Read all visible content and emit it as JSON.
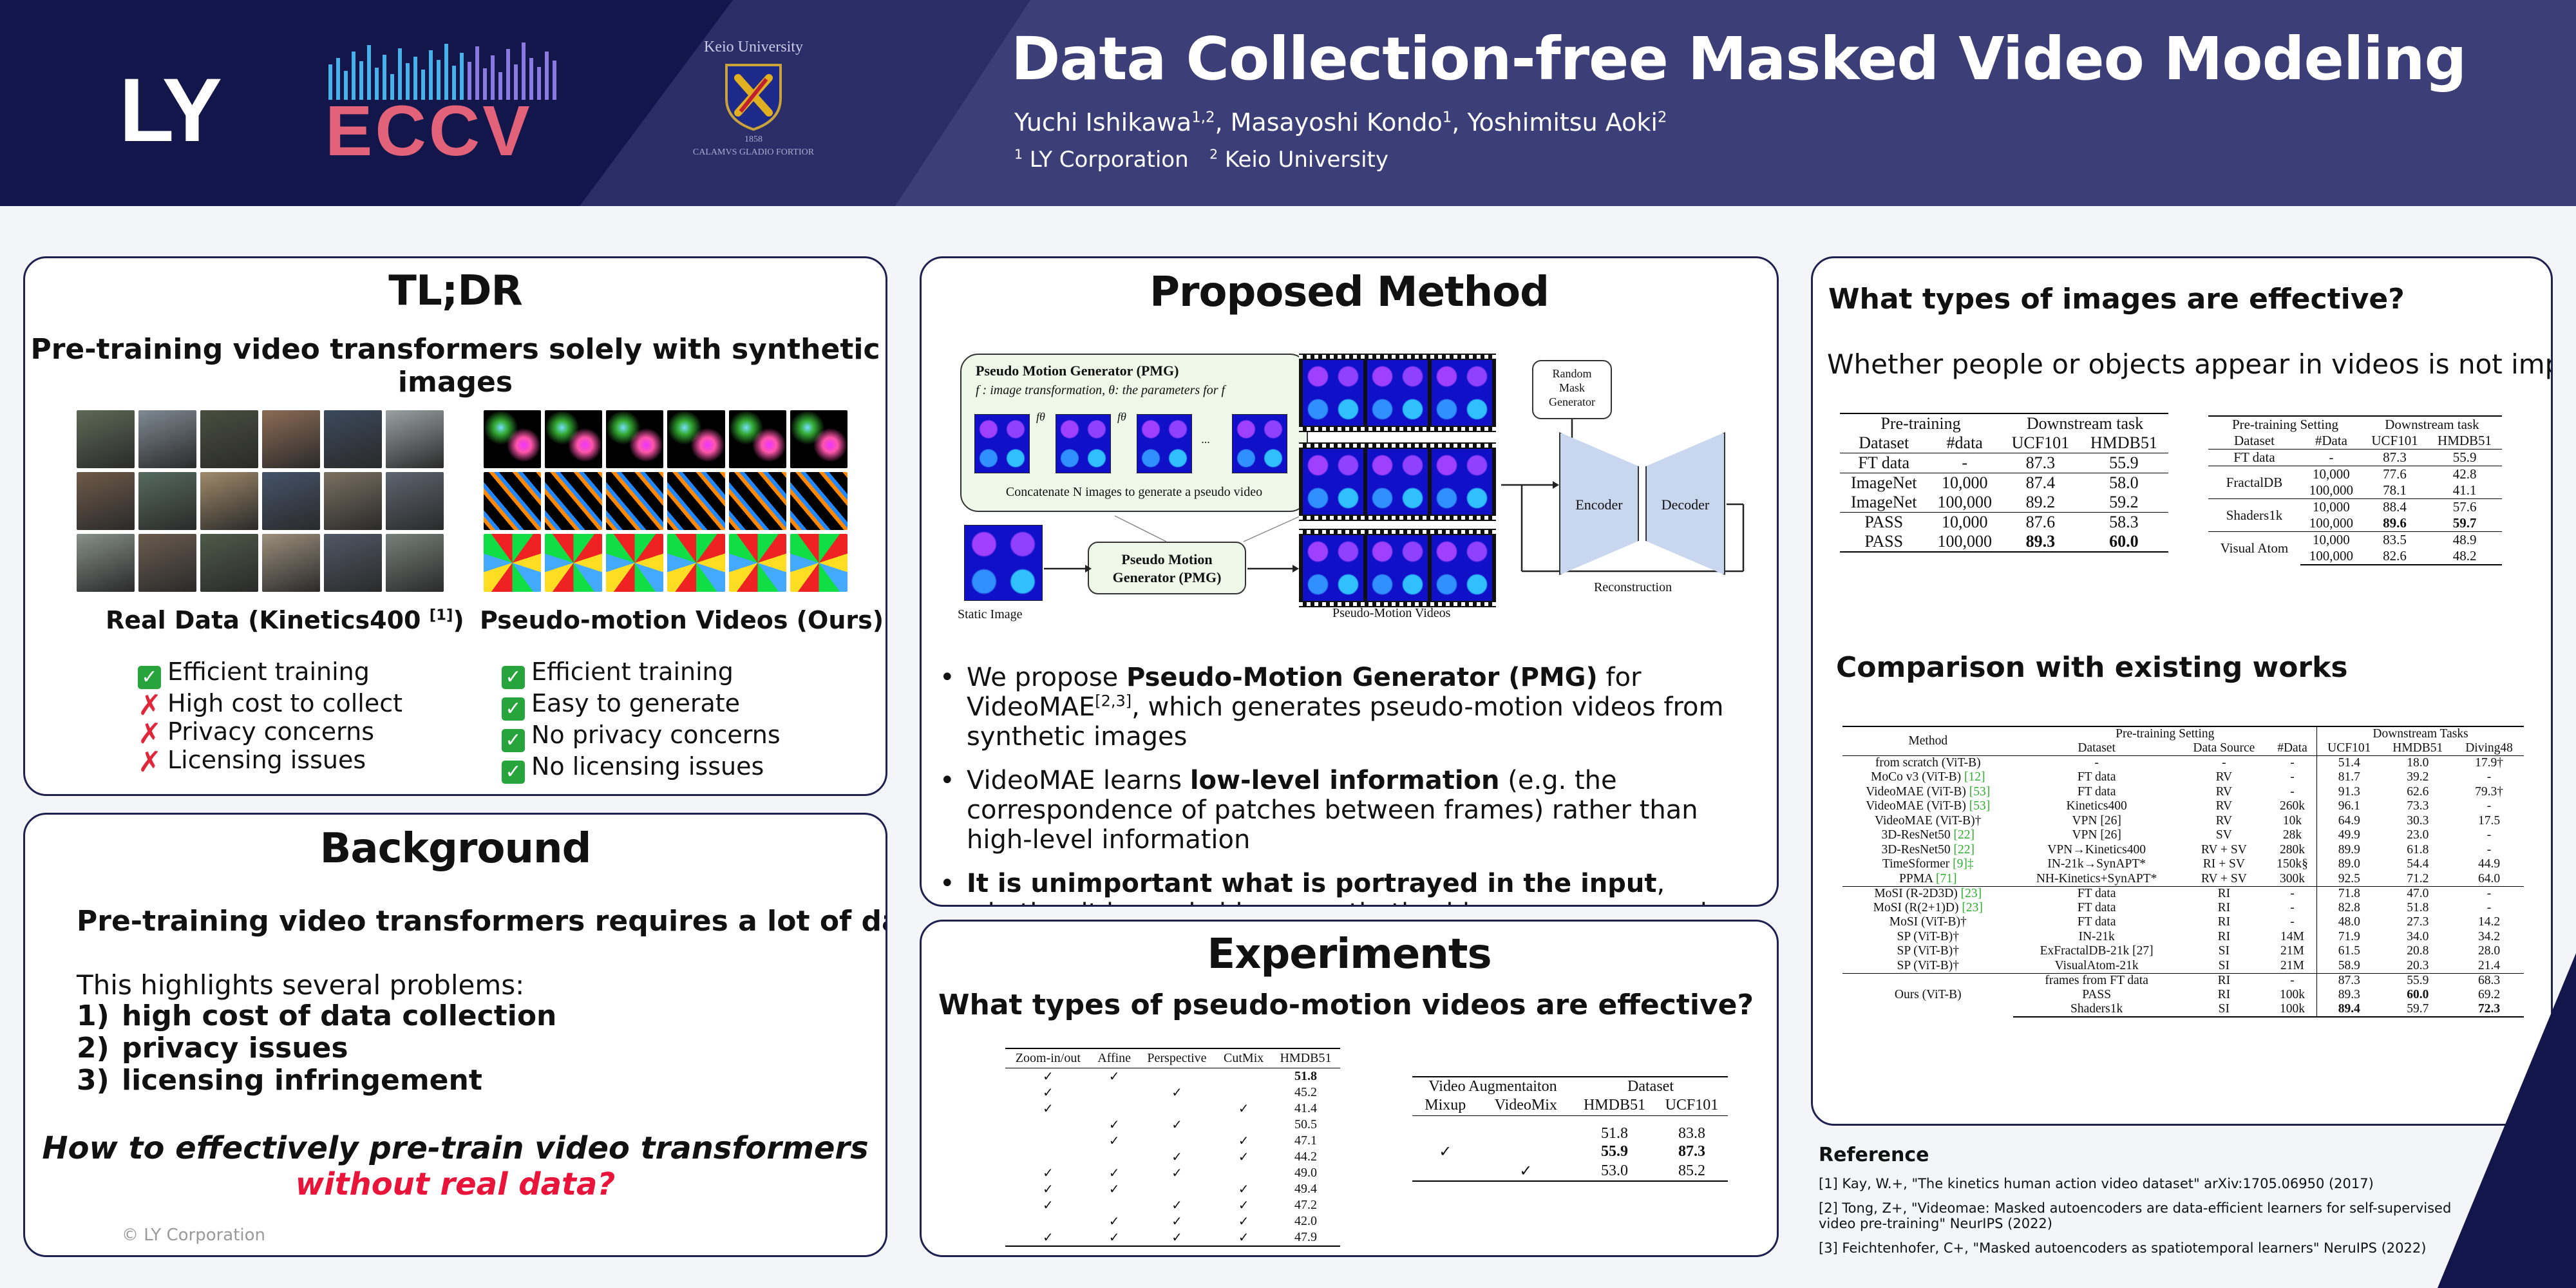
{
  "header": {
    "logo_ly": "LY",
    "logo_eccv": "ECCV",
    "keio_name": "Keio University",
    "keio_motto": "CALAMVS GLADIO FORTIOR",
    "keio_year": "1858",
    "title": "Data Collection-free Masked Video Modeling",
    "authors": [
      {
        "name": "Yuchi Ishikawa",
        "sup": "1,2"
      },
      {
        "name": "Masayoshi Kondo",
        "sup": "1"
      },
      {
        "name": "Yoshimitsu Aoki",
        "sup": "2"
      }
    ],
    "affiliations": [
      {
        "sup": "1",
        "name": "LY Corporation"
      },
      {
        "sup": "2",
        "name": "Keio University"
      }
    ],
    "colors": {
      "dark": "#13164a",
      "bar": "#3c3f77",
      "accent": "#e2627a"
    }
  },
  "tldr": {
    "title": "TL;DR",
    "subtitle": "Pre-training video transformers solely with synthetic images",
    "real_caption": "Real Data (Kinetics400 ",
    "real_ref": "[1]",
    "real_caption_end": ")",
    "pseudo_caption": "Pseudo-motion Videos (Ours)",
    "real_points": [
      {
        "mark": "check",
        "text": "Efficient training"
      },
      {
        "mark": "cross",
        "text": "High cost to collect"
      },
      {
        "mark": "cross",
        "text": "Privacy concerns"
      },
      {
        "mark": "cross",
        "text": "Licensing issues"
      }
    ],
    "pseudo_points": [
      {
        "mark": "check",
        "text": "Efficient training"
      },
      {
        "mark": "check",
        "text": "Easy to generate"
      },
      {
        "mark": "check",
        "text": "No privacy concerns"
      },
      {
        "mark": "check",
        "text": "No licensing issues"
      }
    ]
  },
  "background": {
    "title": "Background",
    "lead": "Pre-training video transformers requires a lot of data",
    "intro": "This highlights several problems:",
    "problems": [
      {
        "n": "1)",
        "text": "high cost of data collection"
      },
      {
        "n": "2)",
        "text": "privacy issues"
      },
      {
        "n": "3)",
        "text": "licensing infringement"
      }
    ],
    "question_a": "How to effectively pre-train video transformers",
    "question_b": "without real data?",
    "copyright": "© LY Corporation"
  },
  "method": {
    "title": "Proposed Method",
    "pmg_title": "Pseudo Motion Generator (PMG)",
    "pmg_desc": "f : image transformation, θ: the parameters for f",
    "pmg_f": "fθ",
    "pmg_ellipsis": "···",
    "pmg_concat": "Concatenate N images to generate a pseudo video",
    "static_caption": "Static Image",
    "pmg_button_1": "Pseudo Motion",
    "pmg_button_2": "Generator (PMG)",
    "pm_caption": "Pseudo-Motion Videos",
    "mask_gen": [
      "Random",
      "Mask",
      "Generator"
    ],
    "encoder": "Encoder",
    "decoder": "Decoder",
    "reconstruction": "Reconstruction",
    "bullet1_a": "We propose ",
    "bullet1_b": "Pseudo-Motion Generator (PMG)",
    "bullet1_c": " for VideoMAE",
    "bullet1_ref": "[2,3]",
    "bullet1_d": ", which generates pseudo-motion videos from synthetic images",
    "bullet2_a": "VideoMAE learns ",
    "bullet2_b": "low-level information",
    "bullet2_c": " (e.g. the correspondence of patches between frames) rather than high-level information",
    "bullet3_b": "It is unimportant what is portrayed in the input",
    "bullet3_c": ", whether it be real videos, synthetic videos or even pseudo-motion videos."
  },
  "experiments": {
    "title": "Experiments",
    "question": "What types of pseudo-motion videos are effective?",
    "aug_table": {
      "headers": [
        "Zoom-in/out",
        "Affine",
        "Perspective",
        "CutMix",
        "HMDB51"
      ],
      "rows": [
        [
          "✓",
          "✓",
          "",
          "",
          "51.8"
        ],
        [
          "✓",
          "",
          "✓",
          "",
          "45.2"
        ],
        [
          "✓",
          "",
          "",
          "✓",
          "41.4"
        ],
        [
          "",
          "✓",
          "✓",
          "",
          "50.5"
        ],
        [
          "",
          "✓",
          "",
          "✓",
          "47.1"
        ],
        [
          "",
          "",
          "✓",
          "✓",
          "44.2"
        ],
        [
          "✓",
          "✓",
          "✓",
          "",
          "49.0"
        ],
        [
          "✓",
          "✓",
          "",
          "✓",
          "49.4"
        ],
        [
          "✓",
          "",
          "✓",
          "✓",
          "47.2"
        ],
        [
          "",
          "✓",
          "✓",
          "✓",
          "42.0"
        ],
        [
          "✓",
          "✓",
          "✓",
          "✓",
          "47.9"
        ]
      ]
    },
    "va_table": {
      "group_header": "Video Augmentaiton",
      "dataset_header": "Dataset",
      "headers": [
        "Mixup",
        "VideoMix",
        "HMDB51",
        "UCF101"
      ],
      "rows": [
        [
          "",
          "",
          "51.8",
          "83.8"
        ],
        [
          "✓",
          "",
          "55.9",
          "87.3"
        ],
        [
          "",
          "✓",
          "53.0",
          "85.2"
        ]
      ]
    }
  },
  "right": {
    "q_images": "What types of images are effective?",
    "finding": "Whether people or objects appear in videos is not important.",
    "img_table1": {
      "h_pre": "Pre-training",
      "h_dataset": "Dataset",
      "h_data": "#data",
      "h_down": "Downstream task",
      "h_ucf": "UCF101",
      "h_hmdb": "HMDB51",
      "groups": [
        [
          [
            "FT data",
            "-",
            "87.3",
            "55.9"
          ]
        ],
        [
          [
            "ImageNet",
            "10,000",
            "87.4",
            "58.0"
          ],
          [
            "ImageNet",
            "100,000",
            "89.2",
            "59.2"
          ]
        ],
        [
          [
            "PASS",
            "10,000",
            "87.6",
            "58.3"
          ],
          [
            "PASS",
            "100,000",
            "89.3",
            "60.0"
          ]
        ]
      ]
    },
    "img_table2": {
      "h_setting": "Pre-training Setting",
      "h_dataset": "Dataset",
      "h_data": "#Data",
      "h_down": "Downstream task",
      "h_ucf": "UCF101",
      "h_hmdb": "HMDB51",
      "groups": [
        {
          "name": "FT data",
          "data": [
            "-"
          ],
          "ucf": [
            "87.3"
          ],
          "hmdb": [
            "55.9"
          ]
        },
        {
          "name": "FractalDB",
          "data": [
            "10,000",
            "100,000"
          ],
          "ucf": [
            "77.6",
            "78.1"
          ],
          "hmdb": [
            "42.8",
            "41.1"
          ]
        },
        {
          "name": "Shaders1k",
          "data": [
            "10,000",
            "100,000"
          ],
          "ucf": [
            "88.4",
            "89.6"
          ],
          "hmdb": [
            "57.6",
            "59.7"
          ]
        },
        {
          "name": "Visual Atom",
          "data": [
            "10,000",
            "100,000"
          ],
          "ucf": [
            "83.5",
            "82.6"
          ],
          "hmdb": [
            "48.9",
            "48.2"
          ]
        }
      ]
    },
    "q_compare": "Comparison with existing works",
    "cmp_table": {
      "h_method": "Method",
      "h_setting": "Pre-training Setting",
      "h_dataset": "Dataset",
      "h_source": "Data Source",
      "h_data": "#Data",
      "h_down": "Downstream Tasks",
      "h_ucf": "UCF101",
      "h_hmdb": "HMDB51",
      "h_diving": "Diving48",
      "group1": [
        [
          "from scratch (ViT-B)",
          "",
          "-",
          "-",
          "-",
          "51.4",
          "18.0",
          "17.9†"
        ],
        [
          "MoCo v3 (ViT-B) ",
          "[12]",
          "FT data",
          "RV",
          "-",
          "81.7",
          "39.2",
          "-"
        ],
        [
          "VideoMAE (ViT-B) ",
          "[53]",
          "FT data",
          "RV",
          "-",
          "91.3",
          "62.6",
          "79.3†"
        ],
        [
          "VideoMAE (ViT-B) ",
          "[53]",
          "Kinetics400",
          "RV",
          "260k",
          "96.1",
          "73.3",
          "-"
        ],
        [
          "VideoMAE (ViT-B)†",
          "",
          "VPN [26]",
          "RV",
          "10k",
          "64.9",
          "30.3",
          "17.5"
        ],
        [
          "3D-ResNet50 ",
          "[22]",
          "VPN [26]",
          "SV",
          "28k",
          "49.9",
          "23.0",
          "-"
        ],
        [
          "3D-ResNet50 ",
          "[22]",
          "VPN→Kinetics400",
          "RV + SV",
          "280k",
          "89.9",
          "61.8",
          "-"
        ],
        [
          "TimeSformer ",
          "[9]‡",
          "IN-21k→SynAPT*",
          "RI + SV",
          "150k§",
          "89.0",
          "54.4",
          "44.9"
        ],
        [
          "PPMA ",
          "[71]",
          "NH-Kinetics+SynAPT*",
          "RV + SV",
          "300k",
          "92.5",
          "71.2",
          "64.0"
        ]
      ],
      "group2": [
        [
          "MoSI (R-2D3D) ",
          "[23]",
          "FT data",
          "RI",
          "-",
          "71.8",
          "47.0",
          "-"
        ],
        [
          "MoSI (R(2+1)D) ",
          "[23]",
          "FT data",
          "RI",
          "-",
          "82.8",
          "51.8",
          "-"
        ],
        [
          "MoSI (ViT-B)†",
          "",
          "FT data",
          "RI",
          "-",
          "48.0",
          "27.3",
          "14.2"
        ],
        [
          "SP (ViT-B)†",
          "",
          "IN-21k",
          "RI",
          "14M",
          "71.9",
          "34.0",
          "34.2"
        ],
        [
          "SP (ViT-B)†",
          "",
          "ExFractalDB-21k [27]",
          "SI",
          "21M",
          "61.5",
          "20.8",
          "28.0"
        ],
        [
          "SP (ViT-B)†",
          "",
          "VisualAtom-21k",
          "SI",
          "21M",
          "58.9",
          "20.3",
          "21.4"
        ]
      ],
      "ours_label": "Ours (ViT-B)",
      "group3": [
        [
          "frames from FT data",
          "RI",
          "-",
          "87.3",
          "55.9",
          "68.3"
        ],
        [
          "PASS",
          "RI",
          "100k",
          "89.3",
          "60.0",
          "69.2"
        ],
        [
          "Shaders1k",
          "SI",
          "100k",
          "89.4",
          "59.7",
          "72.3"
        ]
      ]
    }
  },
  "references": {
    "title": "Reference",
    "items": [
      "[1] Kay, W.+, \"The kinetics human action video dataset\" arXiv:1705.06950 (2017)",
      "[2] Tong, Z+, \"Videomae: Masked autoencoders are data-efficient learners for self-supervised video pre-training\" NeurIPS (2022)",
      "[3] Feichtenhofer, C+, \"Masked autoencoders as spatiotemporal learners\" NeruIPS (2022)"
    ]
  }
}
